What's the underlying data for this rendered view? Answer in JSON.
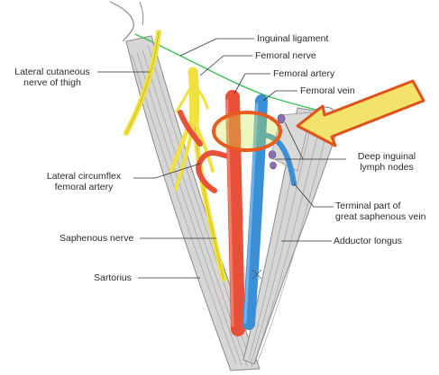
{
  "labels": {
    "inguinal_ligament": "Inguinal ligament",
    "femoral_nerve": "Femoral nerve",
    "femoral_artery": "Femoral artery",
    "femoral_vein": "Femoral vein",
    "lateral_cutaneous_nerve": [
      "Lateral cutaneous",
      "nerve of thigh"
    ],
    "deep_inguinal_lymph_nodes": [
      "Deep inguinal",
      "lymph nodes"
    ],
    "lateral_circumflex_femoral_artery": [
      "Lateral circumflex",
      "femoral artery"
    ],
    "terminal_great_saphenous_vein": [
      "Terminal part of",
      "great saphenous vein"
    ],
    "saphenous_nerve": "Saphenous nerve",
    "adductor_longus": "Adductor longus",
    "sartorius": "Sartorius"
  },
  "colors": {
    "artery": "#e8503a",
    "vein": "#3b8fd4",
    "nerve": "#f0e040",
    "muscle": "#d3d3d3",
    "ligament": "#3bbf5a",
    "highlight_ring": "#e85a1e",
    "arrow_fill": "#f3e36a",
    "arrow_outline": "#e0521c",
    "lymph_node": "#8a6fb0"
  }
}
